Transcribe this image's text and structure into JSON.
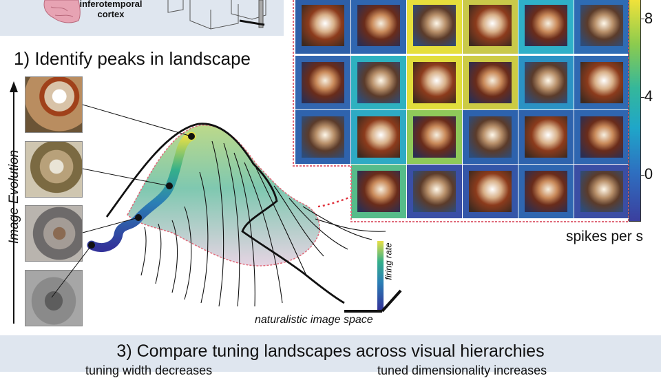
{
  "header": {
    "cortex_label_line1": "inferotemporal",
    "cortex_label_line2": "cortex"
  },
  "step1": {
    "title": "1) Identify peaks in landscape",
    "axis_label": "Image Evolution"
  },
  "landscape": {
    "space_label": "naturalistic image space",
    "firing_label": "firing rate"
  },
  "colorbar": {
    "ticks": [
      "8",
      "4",
      "0"
    ],
    "label": "spikes per s",
    "colors": [
      "#3b3f9e",
      "#2e6fc0",
      "#1fa6c9",
      "#34b79b",
      "#8ccb4e",
      "#f0e23a"
    ]
  },
  "grid": {
    "rows": [
      [
        "#2d5fa8",
        "#2f66b0",
        "#e6df3c",
        "#c9c94a",
        "#2fb0c8",
        "#2e6cb4"
      ],
      [
        "#3266b0",
        "#2eb1c0",
        "#e1dd3c",
        "#cccb44",
        "#2b92c4",
        "#2f69b2"
      ],
      [
        "#2f63ad",
        "#2eaac4",
        "#8fc95a",
        "#2d62ad",
        "#2e63ad",
        "#2f66b0"
      ],
      [
        "",
        "#56bc8a",
        "#3a4fa6",
        "#3456a8",
        "#2f66b0",
        "#3b4ea4"
      ]
    ]
  },
  "step3": {
    "title": "3) Compare tuning landscapes across visual hierarchies",
    "left_sub": "tuning width decreases",
    "right_sub": "tuned dimensionality increases"
  }
}
